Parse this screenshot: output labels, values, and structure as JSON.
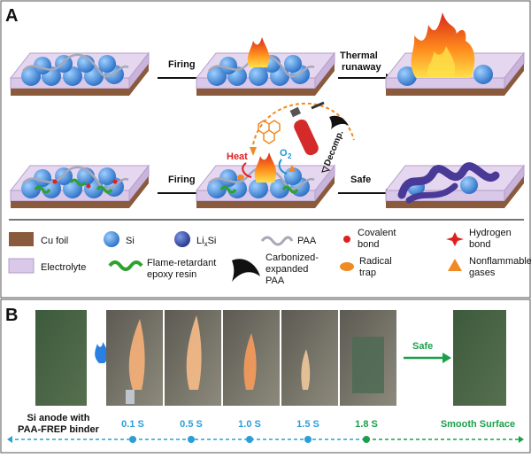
{
  "panel_a": {
    "label": "A",
    "top_row": {
      "arrow1": "Firing",
      "arrow2_line1": "Thermal",
      "arrow2_line2": "runaway"
    },
    "bottom_row": {
      "arrow1": "Firing",
      "arrow2": "Safe",
      "cycle": {
        "heat": "Heat",
        "oxygen": "O",
        "oxygen_sub": "2",
        "decomp": "Decomp."
      }
    },
    "legend": {
      "cu_foil": "Cu foil",
      "si": "Si",
      "lixsi_main": "Li",
      "lixsi_sub": "x",
      "lixsi_tail": "Si",
      "paa": "PAA",
      "covalent_1": "Covalent",
      "covalent_2": "bond",
      "hydrogen_1": "Hydrogen",
      "hydrogen_2": "bond",
      "electrolyte": "Electrolyte",
      "flame_1": "Flame-retardant",
      "flame_2": "epoxy resin",
      "carbon_1": "Carbonized-",
      "carbon_2": "expanded",
      "carbon_3": "PAA",
      "radical_1": "Radical",
      "radical_2": "trap",
      "gas_1": "Nonflammable",
      "gas_2": "gases"
    },
    "colors": {
      "electrolyte": "#d9c8e8",
      "cu_foil": "#8a5a3c",
      "si": "#3f8fd6",
      "lixsi": "#2f4fa8",
      "flame_retardant": "#2ea12e",
      "heat": "#e02020",
      "oxygen": "#1f95d0",
      "cycle": "#f08a24"
    }
  },
  "panel_b": {
    "label": "B",
    "safe": "Safe",
    "timeline": {
      "start_1": "Si anode with",
      "start_2": "PAA-FREP binder",
      "times": [
        "0.1 S",
        "0.5 S",
        "1.0 S",
        "1.5 S",
        "1.8 S"
      ],
      "end": "Smooth Surface"
    },
    "colors": {
      "timeline_blue": "#2a9fd6",
      "timeline_green": "#1aa04a",
      "flame_icon": "#2a7fe0"
    }
  }
}
